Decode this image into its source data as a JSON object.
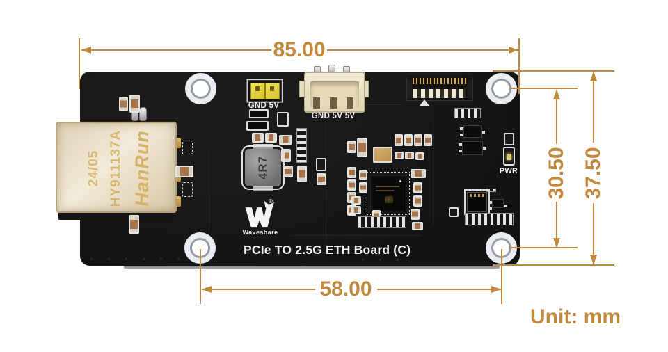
{
  "colors": {
    "dimension_accent": "#C1893E",
    "board_black": "#141414",
    "silkscreen_white": "#F1F1F1",
    "jumper_yellow": "#E3CC3F",
    "connector_beige": "#EADDC2"
  },
  "dimensions": {
    "board_width": "85.00",
    "hole_pitch_vertical": "30.50",
    "board_height": "37.50",
    "hole_pitch_horizontal": "58.00",
    "unit_label": "Unit: mm"
  },
  "board": {
    "title": "PCIe TO 2.5G ETH Board (C)",
    "logo": {
      "brand": "Waveshare",
      "registered_mark": "®"
    },
    "labels": {
      "jumper": "GND 5V",
      "power_input": "GND 5V 5V",
      "power_led": "PWR"
    },
    "markings": {
      "inductor": "4R7",
      "ethernet_jack": {
        "brand": "HanRun",
        "model": "HY911137A",
        "date_code": "24/05"
      }
    }
  }
}
